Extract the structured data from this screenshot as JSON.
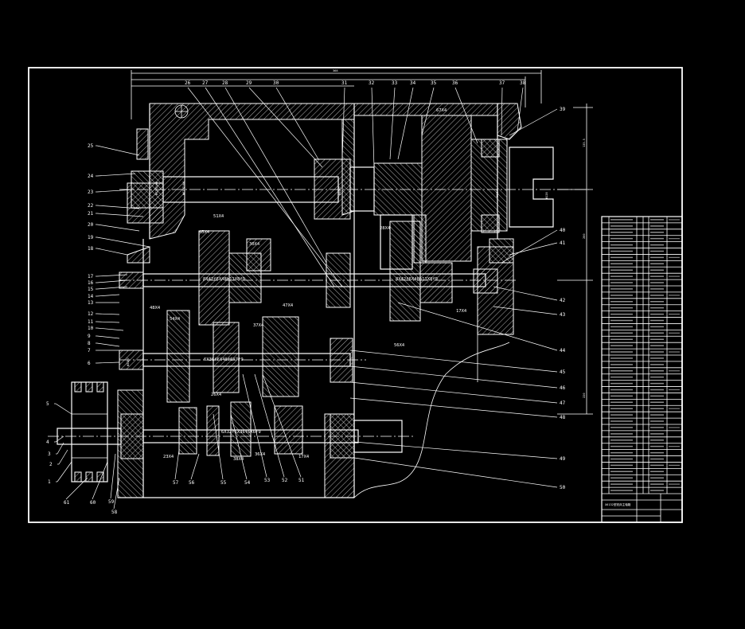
{
  "drawing": {
    "background": "#000000",
    "line_color": "#ffffff",
    "top_dimension": "368",
    "part_numbers_top": [
      "26",
      "27",
      "28",
      "29",
      "30",
      "31",
      "32",
      "33",
      "34",
      "35",
      "36",
      "37",
      "38"
    ],
    "part_numbers_left": [
      "25",
      "24",
      "23",
      "22",
      "21",
      "20",
      "19",
      "18",
      "17",
      "16",
      "15",
      "14",
      "13",
      "12",
      "11",
      "10",
      "9",
      "8",
      "7",
      "6",
      "5",
      "4",
      "3",
      "2",
      "1"
    ],
    "part_numbers_right": [
      "39",
      "40",
      "41",
      "42",
      "43",
      "44",
      "45",
      "46",
      "47",
      "48",
      "49",
      "50"
    ],
    "part_numbers_bottom": [
      "61",
      "60",
      "59",
      "58",
      "57",
      "56",
      "55",
      "54",
      "53",
      "52",
      "51"
    ],
    "gear_labels": [
      "67X4",
      "28X4",
      "51X4",
      "45X4",
      "30X4",
      "48X4",
      "54X4",
      "37X4",
      "47X4",
      "17X4",
      "56X4",
      "23X4",
      "26X4",
      "38X4",
      "36X4",
      "17X4"
    ],
    "spline_labels": [
      "8X42f6X48b11X8f9",
      "8X42f6X48b11X8f9",
      "6X36f6X40f6X7f9",
      "6X32f6X36f6X6f9"
    ],
    "fit_labels": [
      "Φ72H7/k6",
      "Φ62H7/k6",
      "Φ120",
      "Φ62H7",
      "Φ40H7",
      "Φ52H7"
    ],
    "vertical_dims": [
      "135.5",
      "200",
      "220"
    ],
    "title_block": {
      "title": "X6132型铣床主轴箱",
      "rows": 44
    }
  }
}
